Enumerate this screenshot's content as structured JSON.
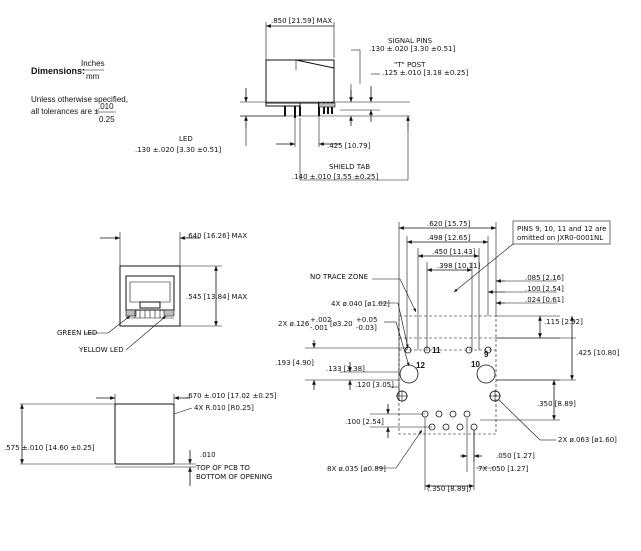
{
  "general": {
    "dimensions_label": "Dimensions:",
    "unit_top": "Inches",
    "unit_bottom": "mm",
    "tolerance_line1": "Unless otherwise specified,",
    "tolerance_line2": "all tolerances are ±",
    "tol_top": ".010",
    "tol_bottom": "0.25"
  },
  "side_view": {
    "max_width": ".850 [21.59] MAX",
    "signal_pins_label": "SIGNAL PINS",
    "signal_pins_dim": ".130 ±.020 [3.30 ±0.51]",
    "t_post_label": "\"T\" POST",
    "t_post_dim": ".125 ±.010 [3.18 ±0.25]",
    "led_label": "LED",
    "led_dim": ".130 ±.020 [3.30 ±0.51]",
    "length_dim": ".425 [10.79]",
    "shield_tab_label": "SHIELD TAB",
    "shield_tab_dim": ".140 ±.010 [3.55 ±0.25]"
  },
  "front_view": {
    "width_dim": ".640 [16.26] MAX",
    "height_dim": ".545 [13.84] MAX",
    "green_led": "GREEN LED",
    "yellow_led": "YELLOW LED"
  },
  "panel_cutout": {
    "width_dim": ".670 ±.010 [17.02 ±0.25]",
    "radius": "4X R.010 [R0.25]",
    "height_dim": ".575 ±.010 [14.60 ±0.25]",
    "offset_dim": ".010",
    "offset_note_1": "TOP OF PCB TO",
    "offset_note_2": "BOTTOM OF OPENING"
  },
  "pcb_layout": {
    "note_line1": "PINS 9, 10, 11 and 12 are",
    "note_line2": "omitted on JXR0-0001NL",
    "dim_620": ".620 [15.75]",
    "dim_498": ".498 [12.65]",
    "dim_450": ".450 [11.43]",
    "dim_398": ".398 [10.11]",
    "no_trace_zone": "NO TRACE ZONE",
    "dim_085": ".085 [2.16]",
    "dim_100a": ".100 [2.54]",
    "dim_024": ".024 [0.61]",
    "hole_040": "4X ø.040 [ø1.02]",
    "dim_115": ".115 [2.92]",
    "hole_126": "2X ø.126",
    "hole_126_tol_top": "+.002",
    "hole_126_tol_bot": "-.001",
    "hole_126_mm": "[ø3.20",
    "hole_126_mm_tol_top": "+0.05",
    "hole_126_mm_tol_bot": "-0.03]",
    "dim_425": ".425 [10.80]",
    "dim_193": ".193 [4.90]",
    "dim_133": ".133 [3.38]",
    "dim_120": ".120 [3.05]",
    "dim_350": ".350 [8.89]",
    "dim_100b": ".100 [2.54]",
    "hole_063": "2X ø.063 [ø1.60]",
    "dim_050": ".050 [1.27]",
    "pitch_050": "7X .050 [1.27]",
    "hole_035": "8X ø.035 [ø0.89]",
    "ref_350": "(.350 [8.89])",
    "pin_11": "11",
    "pin_12": "12",
    "pin_10": "10",
    "pin_9": "9"
  }
}
